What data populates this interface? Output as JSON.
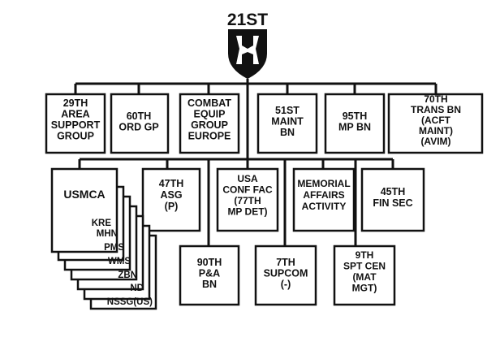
{
  "root": {
    "label": "21ST",
    "insignia": "black-shield-white-cross-icon"
  },
  "colors": {
    "line": "#111111",
    "box_fill": "#ffffff",
    "background": "#ffffff"
  },
  "units": {
    "u29": [
      "29TH",
      "AREA",
      "SUPPORT",
      "GROUP"
    ],
    "u60": [
      "60TH",
      "ORD GP"
    ],
    "combat": [
      "COMBAT",
      "EQUIP",
      "GROUP",
      "EUROPE"
    ],
    "u51": [
      "51ST",
      "MAINT",
      "BN"
    ],
    "u95": [
      "95TH",
      "MP BN"
    ],
    "u70": [
      "70TH",
      "TRANS BN",
      "(ACFT",
      "MAINT)",
      "(AVIM)"
    ],
    "usmca": [
      "USMCA"
    ],
    "u47": [
      "47TH",
      "ASG",
      "(P)"
    ],
    "usa": [
      "USA",
      "CONF FAC",
      "(77TH",
      "MP DET)"
    ],
    "mem": [
      "MEMORIAL",
      "AFFAIRS",
      "ACTIVITY"
    ],
    "u45": [
      "45TH",
      "FIN SEC"
    ],
    "u90": [
      "90TH",
      "P&A",
      "BN"
    ],
    "u7": [
      "7TH",
      "SUPCOM",
      "(-)"
    ],
    "u9": [
      "9TH",
      "SPT CEN",
      "(MAT",
      "MGT)"
    ]
  },
  "usmca_stack": [
    "KRE",
    "MHN",
    "PMS",
    "WMS",
    "ZBN",
    "ND",
    "NSSG(US)"
  ]
}
